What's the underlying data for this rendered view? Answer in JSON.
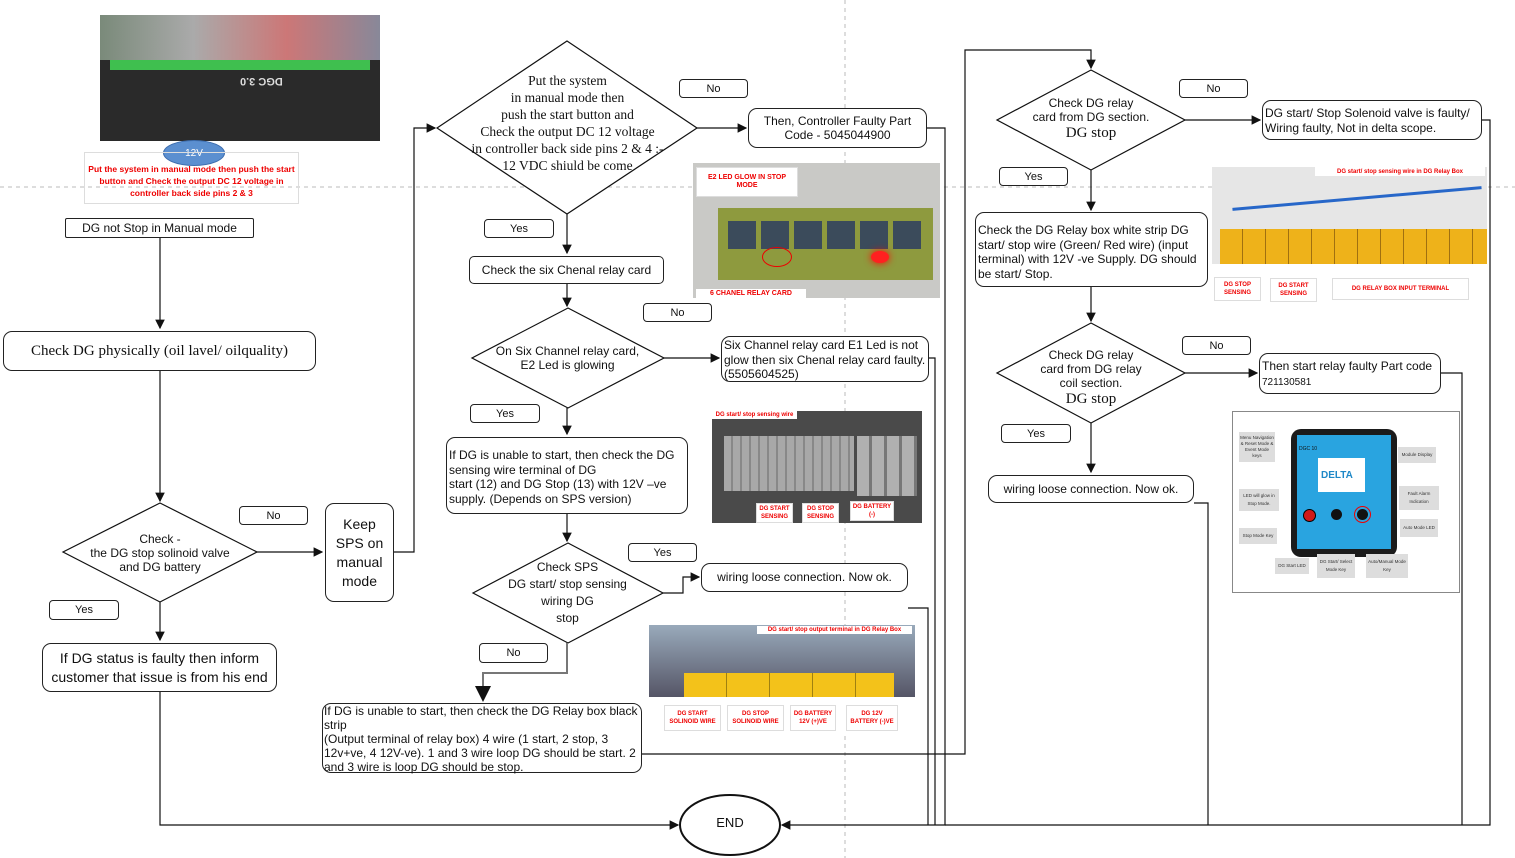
{
  "photo_controller": {
    "voltage_badge": "12V",
    "caption": "Put the system in manual mode then push the start button and Check the output DC 12 voltage in controller back side pins 2 & 3",
    "board_label": "DGC 3.0"
  },
  "left": {
    "start_box": "DG  not Stop in Manual mode",
    "check_physical": "Check DG physically (oil lavel/ oilquality)",
    "diamond_check": "Check -\nthe DG stop solinoid valve\nand DG battery",
    "no_label": "No",
    "yes_label": "Yes",
    "keep_sps": "Keep SPS on manual mode",
    "faulty_inform": "If DG status is faulty then inform customer that issue is from his end"
  },
  "middle": {
    "diamond_manual": "Put the system\nin manual mode then\npush the start button and\nCheck the output DC 12 voltage\nin controller back side pins 2 & 4 :-\n12 VDC shiuld be come",
    "no1": "No",
    "controller_faulty": "Then, Controller Faulty Part Code - 5045044900",
    "yes1": "Yes",
    "check_six": "Check the six Chenal relay card",
    "no2": "No",
    "diamond_e2": "On Six Channel relay card,\nE2 Led is glowing",
    "six_faulty": "Six Channel relay card E1 Led is not glow then six Chenal relay card faulty. (5505604525)",
    "yes2": "Yes",
    "sensing_check": "If DG is unable to start, then check the DG sensing wire terminal of DG\nstart (12) and DG Stop (13) with 12V –ve supply. (Depends on SPS version)",
    "yes3": "Yes",
    "diamond_sps": "Check SPS\nDG  start/ stop sensing\nwiring DG\nstop",
    "wiring_loose": "wiring loose connection. Now ok.",
    "no3": "No",
    "relay_black_strip": "If DG is unable to start, then check the DG Relay box black strip\n(Output terminal of relay box) 4 wire (1 start, 2 stop, 3 12v+ve, 4 12V-ve). 1 and 3 wire loop DG should be start. 2 and 3 wire is loop DG should be stop.",
    "end": "END"
  },
  "photo_relay_card": {
    "tag": "E2 LED GLOW IN STOP MODE",
    "caption": "6 CHANEL RELAY CARD"
  },
  "photo_sensing_wire": {
    "title": "DG start/ stop sensing wire",
    "tags": [
      "DG START SENSING",
      "DG STOP SENSING",
      "DG BATTERY (-)"
    ]
  },
  "photo_output_terminal": {
    "title": "DG start/ stop output terminal in DG Relay Box",
    "tags": [
      "DG START SOLINOID WIRE",
      "DG STOP SOLINOID WIRE",
      "DG  BATTERY 12V (+)VE",
      "DG 12V BATTERY (-)VE"
    ]
  },
  "right": {
    "diamond_relay_card": "Check DG relay\ncard from DG section.",
    "diamond_relay_card_b": "DG stop",
    "no1": "No",
    "solenoid_faulty": "DG start/ Stop Solenoid valve is faulty/ Wiring faulty, Not in delta scope.",
    "yes1": "Yes",
    "white_strip": "Check the DG Relay box white strip DG start/ stop wire (Green/ Red wire) (input terminal) with 12V -ve Supply. DG should be start/ Stop.",
    "diamond_coil": "Check DG relay\ncard from DG relay\ncoil section.",
    "diamond_coil_b": "DG stop",
    "no2": "No",
    "start_relay_faulty": "Then start relay faulty Part code",
    "start_relay_code": "721130581",
    "yes2": "Yes",
    "wiring_loose": "wiring loose connection. Now ok."
  },
  "photo_relay_box": {
    "title": "DG start/ stop sensing wire in DG Relay Box",
    "tags": [
      "DG STOP SENSING",
      "DG START SENSING",
      "DG RELAY BOX INPUT TERMINAL"
    ]
  },
  "photo_panel": {
    "model": "DGC 10",
    "brand": "DELTA",
    "callouts": [
      "Menu Navigation & Reset Mode & Event Mode keys",
      "Module Display",
      "Fault Alarm Indication",
      "LED will glow in Stop Mode.",
      "Auto Mode LED",
      "Stop Mode Key",
      "DG Start LED",
      "DG Start/ Select Mode Key",
      "Auto/Manual Mode Key"
    ]
  }
}
